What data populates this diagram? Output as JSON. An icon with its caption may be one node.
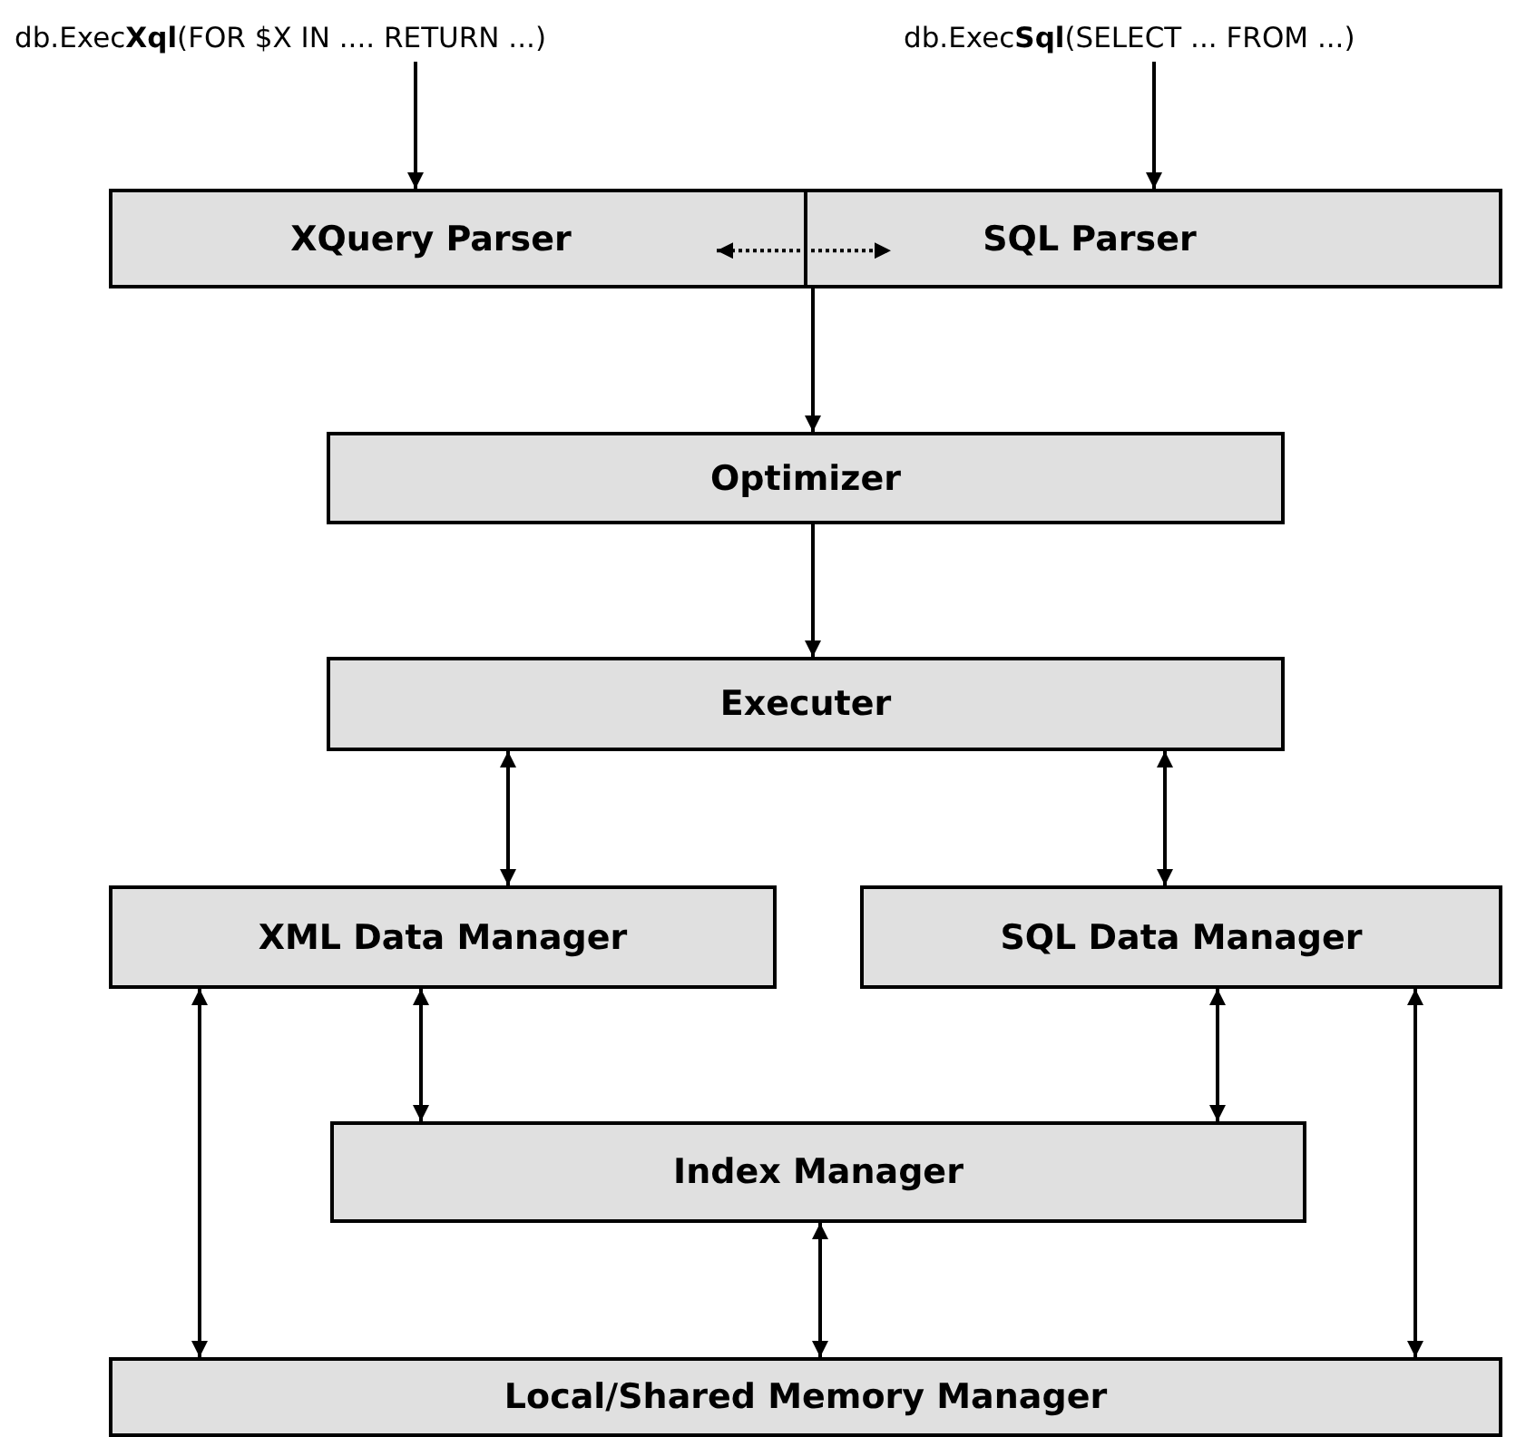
{
  "diagram": {
    "nodes": [
      {
        "text": [
          "db.Exec**Xql**(FOR $X IN .... RETURN ...)"
        ]
      },
      {
        "text": [
          "db.Exec**Sql**(SELECT ... FROM ...)"
        ]
      },
      {
        "text": [
          "XQuery Parser"
        ]
      },
      {
        "text": [
          "SQL Parser"
        ]
      },
      {
        "text": [
          "Optimizer"
        ]
      },
      {
        "text": [
          "Executer"
        ]
      },
      {
        "text": [
          "XML Data Manager"
        ]
      },
      {
        "text": [
          "SQL Data Manager"
        ]
      },
      {
        "text": [
          "Index Manager"
        ]
      },
      {
        "text": [
          "Local/Shared Memory Manager"
        ]
      }
    ],
    "edges": [
      {
        "from": 0,
        "to": 2,
        "arrow": "to"
      },
      {
        "from": 1,
        "to": 3,
        "arrow": "to"
      },
      {
        "from": 2,
        "to": 3,
        "arrow": "both",
        "style": "dashed"
      },
      {
        "from": 3,
        "to": 4,
        "arrow": "to"
      },
      {
        "from": 4,
        "to": 5,
        "arrow": "to"
      },
      {
        "from": 5,
        "to": 6,
        "arrow": "both"
      },
      {
        "from": 5,
        "to": 7,
        "arrow": "both"
      },
      {
        "from": 6,
        "to": 8,
        "arrow": "both"
      },
      {
        "from": 7,
        "to": 8,
        "arrow": "both"
      },
      {
        "from": 6,
        "to": 9,
        "arrow": "both"
      },
      {
        "from": 7,
        "to": 9,
        "arrow": "both"
      },
      {
        "from": 8,
        "to": 9,
        "arrow": "both"
      }
    ]
  }
}
